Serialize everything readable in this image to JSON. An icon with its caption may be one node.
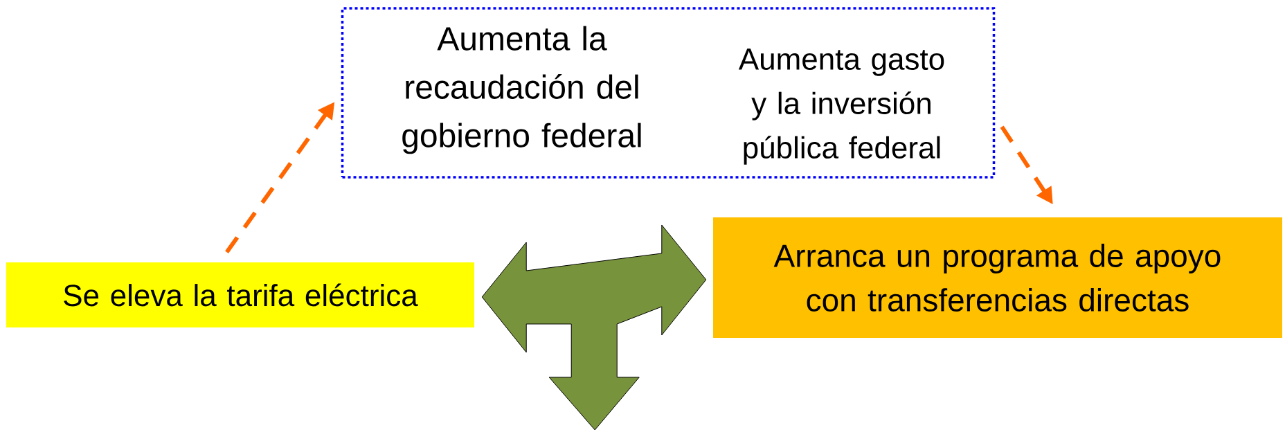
{
  "diagram": {
    "nodes": [
      {
        "text": [
          "Aumenta la recaudación del gobierno federal",
          "Aumenta gasto y la inversión pública federal"
        ]
      },
      {
        "text": [
          "Se eleva la tarifa eléctrica"
        ]
      },
      {
        "text": [
          "Arranca un programa de apoyo con transferencias directas"
        ]
      }
    ],
    "edges": [
      {
        "from": 1,
        "to": 0,
        "arrow": "to",
        "style": "dashed"
      },
      {
        "from": 0,
        "to": 2,
        "arrow": "to",
        "style": "dashed"
      },
      {
        "from": 1,
        "to": 2,
        "arrow": "both",
        "style": "thick",
        "color": "#77933c"
      }
    ]
  }
}
